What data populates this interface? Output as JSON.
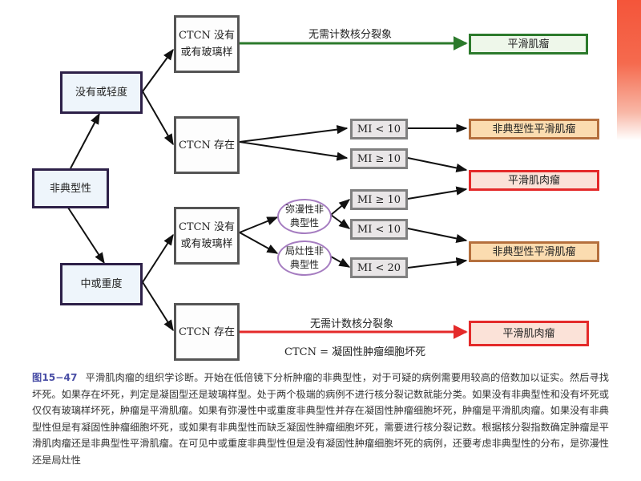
{
  "diagram": {
    "root": "非典型性",
    "branches": {
      "mild": "没有或轻度",
      "moderate_severe": "中或重度"
    },
    "ctcn_nodes": {
      "mild_absent": "CTCN 没有\n或有玻璃样",
      "mild_present": "CTCN 存在",
      "severe_absent": "CTCN 没有\n或有玻璃样",
      "severe_present": "CTCN 存在"
    },
    "distribution": {
      "diffuse": "弥漫性非\n典型性",
      "focal": "局灶性非\n典型性"
    },
    "mi_nodes": {
      "mild_lt10": "MI < 10",
      "mild_ge10": "MI ≥ 10",
      "diffuse_ge10": "MI ≥ 10",
      "diffuse_lt10": "MI < 10",
      "focal_lt20": "MI < 20"
    },
    "outcomes": {
      "leiomyoma": "平滑肌瘤",
      "atypical_leiomyoma_1": "非典型性平滑肌瘤",
      "leiomyosarcoma_1": "平滑肌肉瘤",
      "atypical_leiomyoma_2": "非典型性平滑肌瘤",
      "leiomyosarcoma_2": "平滑肌肉瘤"
    },
    "edge_labels": {
      "no_count_top": "无需计数核分裂象",
      "no_count_bottom": "无需计数核分裂象"
    },
    "legend": "CTCN = 凝固性肿瘤细胞坏死",
    "colors": {
      "benign": "#2c7a2c",
      "atypical": "#b5703d",
      "malignant": "#e42a2a",
      "oval": "#a57cc0",
      "accent_tab": "#f4553a"
    }
  },
  "caption": {
    "figure_number": "图15−47",
    "text": "平滑肌肉瘤的组织学诊断。开始在低倍镜下分析肿瘤的非典型性，对于可疑的病例需要用较高的倍数加以证实。然后寻找坏死。如果存在坏死，判定是凝固型还是玻璃样型。处于两个极端的病例不进行核分裂记数就能分类。如果没有非典型性和没有坏死或仅仅有玻璃样坏死，肿瘤是平滑肌瘤。如果有弥漫性中或重度非典型性并存在凝固性肿瘤细胞坏死，肿瘤是平滑肌肉瘤。如果没有非典型性但是有凝固性肿瘤细胞坏死，或如果有非典型性而缺乏凝固性肿瘤细胞坏死，需要进行核分裂记数。根据核分裂指数确定肿瘤是平滑肌肉瘤还是非典型性平滑肌瘤。在可见中或重度非典型性但是没有凝固性肿瘤细胞坏死的病例，还要考虑非典型性的分布，是弥漫性还是局灶性"
  }
}
